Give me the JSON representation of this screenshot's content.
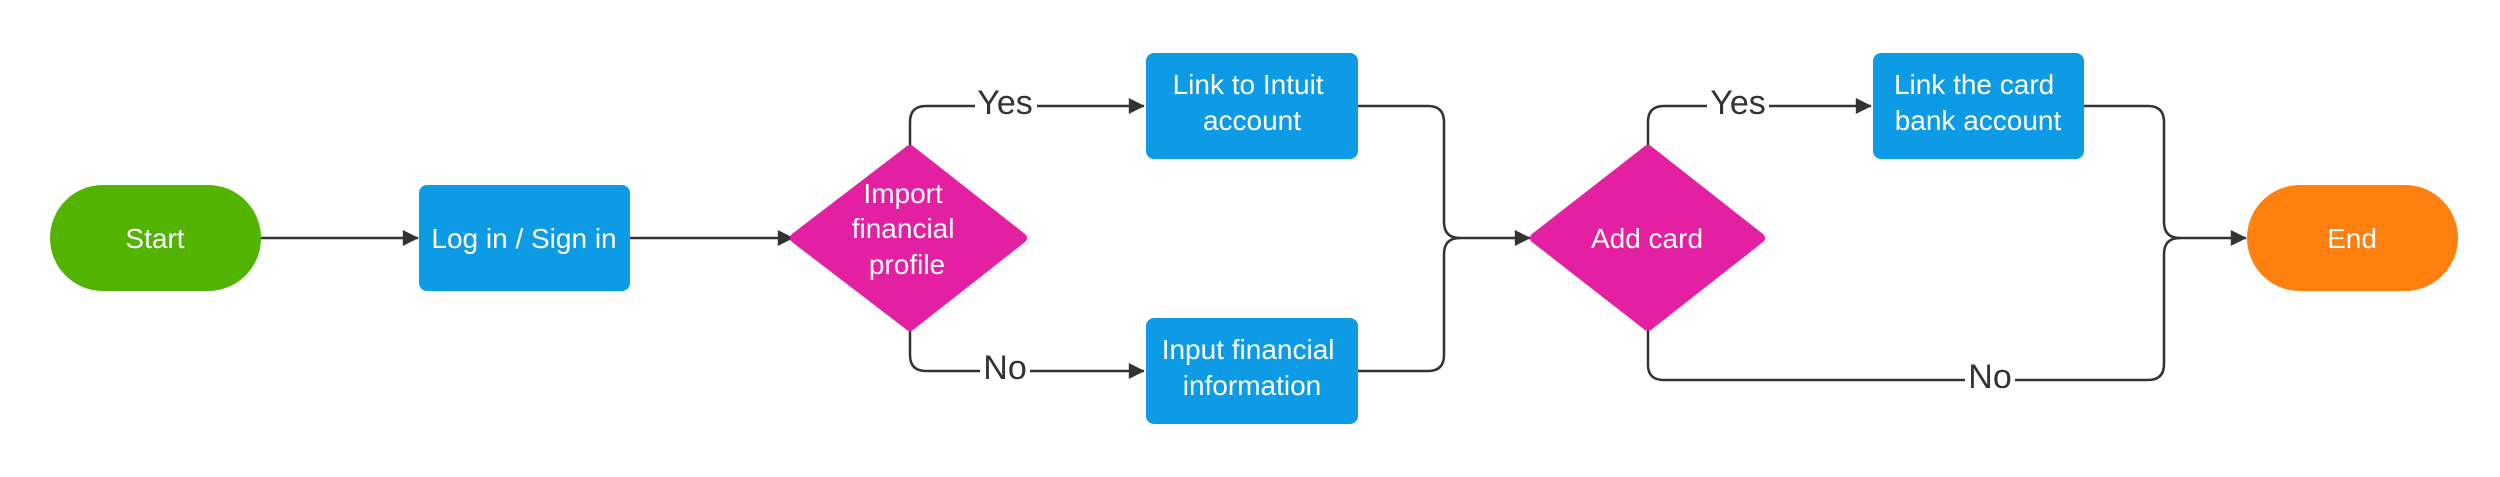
{
  "colors": {
    "start": "#52B300",
    "process": "#0E9BE6",
    "decision": "#E420A2",
    "end": "#FF7F0F",
    "line": "#333333",
    "text_light": "#FFFFFF"
  },
  "nodes": {
    "start": {
      "label": [
        "Start"
      ]
    },
    "login": {
      "label": [
        "Log in / Sign in"
      ]
    },
    "import_decision": {
      "label": [
        "Import",
        "financial",
        "profile"
      ]
    },
    "link_intuit": {
      "label": [
        "Link to Intuit",
        "account"
      ]
    },
    "input_financial": {
      "label": [
        "Input financial",
        "information"
      ]
    },
    "add_card": {
      "label": [
        "Add card"
      ]
    },
    "link_card": {
      "label": [
        "Link the card",
        "bank account"
      ]
    },
    "end": {
      "label": [
        "End"
      ]
    }
  },
  "edges": {
    "import_yes": "Yes",
    "import_no": "No",
    "card_yes": "Yes",
    "card_no": "No"
  }
}
